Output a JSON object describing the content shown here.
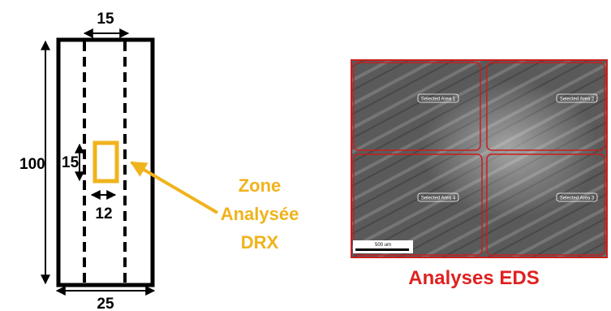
{
  "specimen": {
    "dim_top": "15",
    "dim_left": "100",
    "dim_bottom": "25",
    "zone_height": "15",
    "zone_width": "12",
    "border_color": "#000000",
    "zone_color": "#f0b31c"
  },
  "zone_label": {
    "line1": "Zone",
    "line2": "Analysée",
    "line3": "DRX",
    "color": "#f0b31c"
  },
  "micrograph": {
    "areas": [
      "Selected Area 1",
      "Selected Area 2",
      "Selected Area 4",
      "Selected Area 3"
    ],
    "scale_bar": "500 um",
    "frame_color": "#c81e1e",
    "caption": "Analyses EDS",
    "caption_color": "#e02020"
  }
}
